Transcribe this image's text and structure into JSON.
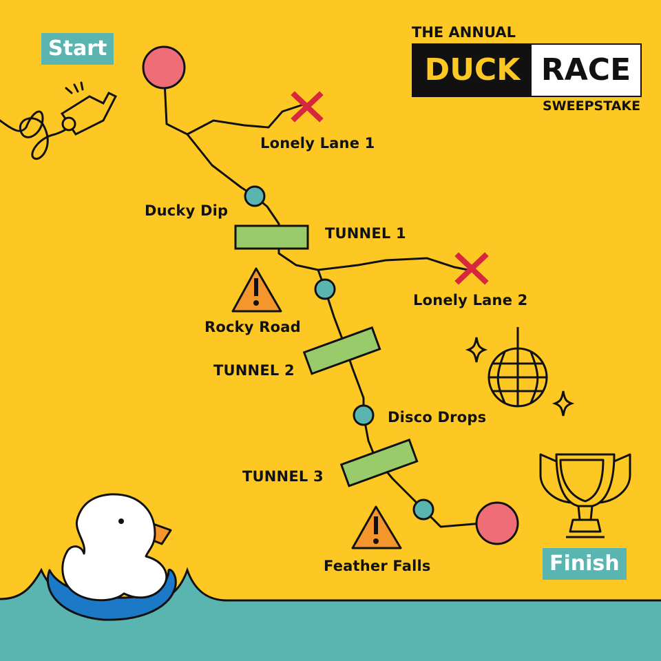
{
  "title": {
    "top": "THE ANNUAL",
    "word1": "DUCK",
    "word2": "RACE",
    "bottom": "SWEEPSTAKE"
  },
  "start_label": "Start",
  "finish_label": "Finish",
  "checkpoints": {
    "lonely_lane_1": "Lonely Lane 1",
    "ducky_dip": "Ducky Dip",
    "tunnel_1": "TUNNEL 1",
    "lonely_lane_2": "Lonely Lane 2",
    "rocky_road": "Rocky Road",
    "tunnel_2": "TUNNEL 2",
    "disco_drops": "Disco Drops",
    "tunnel_3": "TUNNEL 3",
    "feather_falls": "Feather Falls"
  },
  "icons": [
    "whistle-icon",
    "disco-ball-icon",
    "trophy-icon",
    "duck-icon",
    "warning-icon",
    "cross-icon"
  ],
  "colors": {
    "background": "#FDC823",
    "water": "#5AB4B0",
    "start_finish": "#EE6D77",
    "node": "#5AB4B0",
    "tunnel": "#9ACB6A",
    "warning": "#F4962C",
    "cross": "#D7263D"
  }
}
